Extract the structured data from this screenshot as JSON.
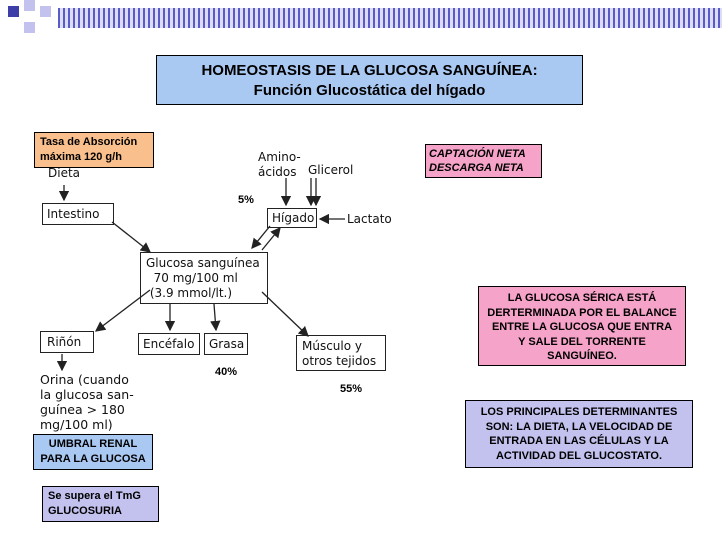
{
  "header": {
    "deco_color": "#3e3ea8",
    "bar_colors": [
      "#5a5ac8",
      "#dcdcf2"
    ]
  },
  "title": {
    "line1": "HOMEOSTASIS DE LA GLUCOSA SANGUÍNEA:",
    "line2": "Función Glucostática del hígado",
    "bg": "#a9c8f2"
  },
  "labels": {
    "tasa": {
      "line1": "Tasa de Absorción",
      "line2": "máxima 120 g/h",
      "bg": "#f9bf8c"
    },
    "captacion": {
      "line1": "CAPTACIÓN NETA",
      "line2": "DESCARGA NETA",
      "bg": "#f6a3c9"
    },
    "glucosa_serica": {
      "lines": [
        "LA GLUCOSA SÉRICA ESTÁ",
        "DERTERMINADA POR EL BALANCE",
        "ENTRE LA GLUCOSA QUE ENTRA",
        "Y SALE DEL TORRENTE",
        "SANGUÍNEO."
      ],
      "bg": "#f6a3c9"
    },
    "determinantes": {
      "lines": [
        "LOS PRINCIPALES DETERMINANTES",
        "SON: LA DIETA, LA VELOCIDAD DE",
        "ENTRADA EN LAS CÉLULAS Y LA",
        "ACTIVIDAD DEL GLUCOSTATO."
      ],
      "bg": "#c3c1ee"
    },
    "umbral": {
      "line1": "UMBRAL RENAL",
      "line2": "PARA LA GLUCOSA",
      "bg": "#a9c8f2"
    },
    "tmg": {
      "line1": "Se supera el TmG",
      "line2": "GLUCOSURIA",
      "bg": "#c3c1ee"
    }
  },
  "diagram": {
    "dieta": "Dieta",
    "intestino": "Intestino",
    "aminoacidos": "Amino-\nácidos",
    "glicerol": "Glicerol",
    "higado": "Hígado",
    "lactato": "Lactato",
    "glucosa_sanguinea": "Glucosa sanguínea\n  70 mg/100 ml\n (3.9 mmol/lt.)",
    "rinon": "Riñón",
    "encefalo": "Encéfalo",
    "grasa": "Grasa",
    "musculo": "Músculo y\notros tejidos",
    "orina": "Orina (cuando\nla glucosa san-\nguínea > 180\nmg/100 ml)"
  },
  "percentages": {
    "higado": "5%",
    "grasa_encefalo": "40%",
    "musculo": "55%"
  }
}
